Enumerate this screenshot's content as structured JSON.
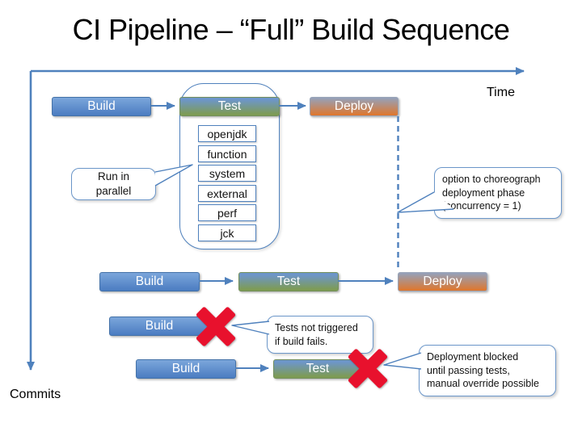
{
  "title": "CI Pipeline – “Full” Build Sequence",
  "axes": {
    "time": "Time",
    "commits": "Commits"
  },
  "pipeline_full": {
    "build": "Build",
    "test": "Test",
    "deploy": "Deploy",
    "test_suites": [
      "openjdk",
      "function",
      "system",
      "external",
      "perf",
      "jck"
    ]
  },
  "pipeline_second": {
    "build": "Build",
    "test": "Test",
    "deploy": "Deploy"
  },
  "pipeline_build_fail": {
    "build": "Build"
  },
  "pipeline_test_fail": {
    "build": "Build",
    "test": "Test"
  },
  "callouts": {
    "run_in_parallel": "Run in parallel",
    "choreograph": "option to choreograph\ndeployment phase\n(concurrency = 1)",
    "tests_not_triggered": "Tests not triggered\nif build fails.",
    "deployment_blocked": "Deployment blocked\nuntil passing tests,\nmanual override possible"
  },
  "colors": {
    "accent": "#4f81bd",
    "build_top": "#7ba6db",
    "build_bottom": "#4b7cc1",
    "test_top": "#6d96c8",
    "test_bottom": "#7d9b55",
    "deploy_top": "#94a2bc",
    "deploy_bottom": "#e0762b",
    "fail_x": "#e8112d"
  }
}
